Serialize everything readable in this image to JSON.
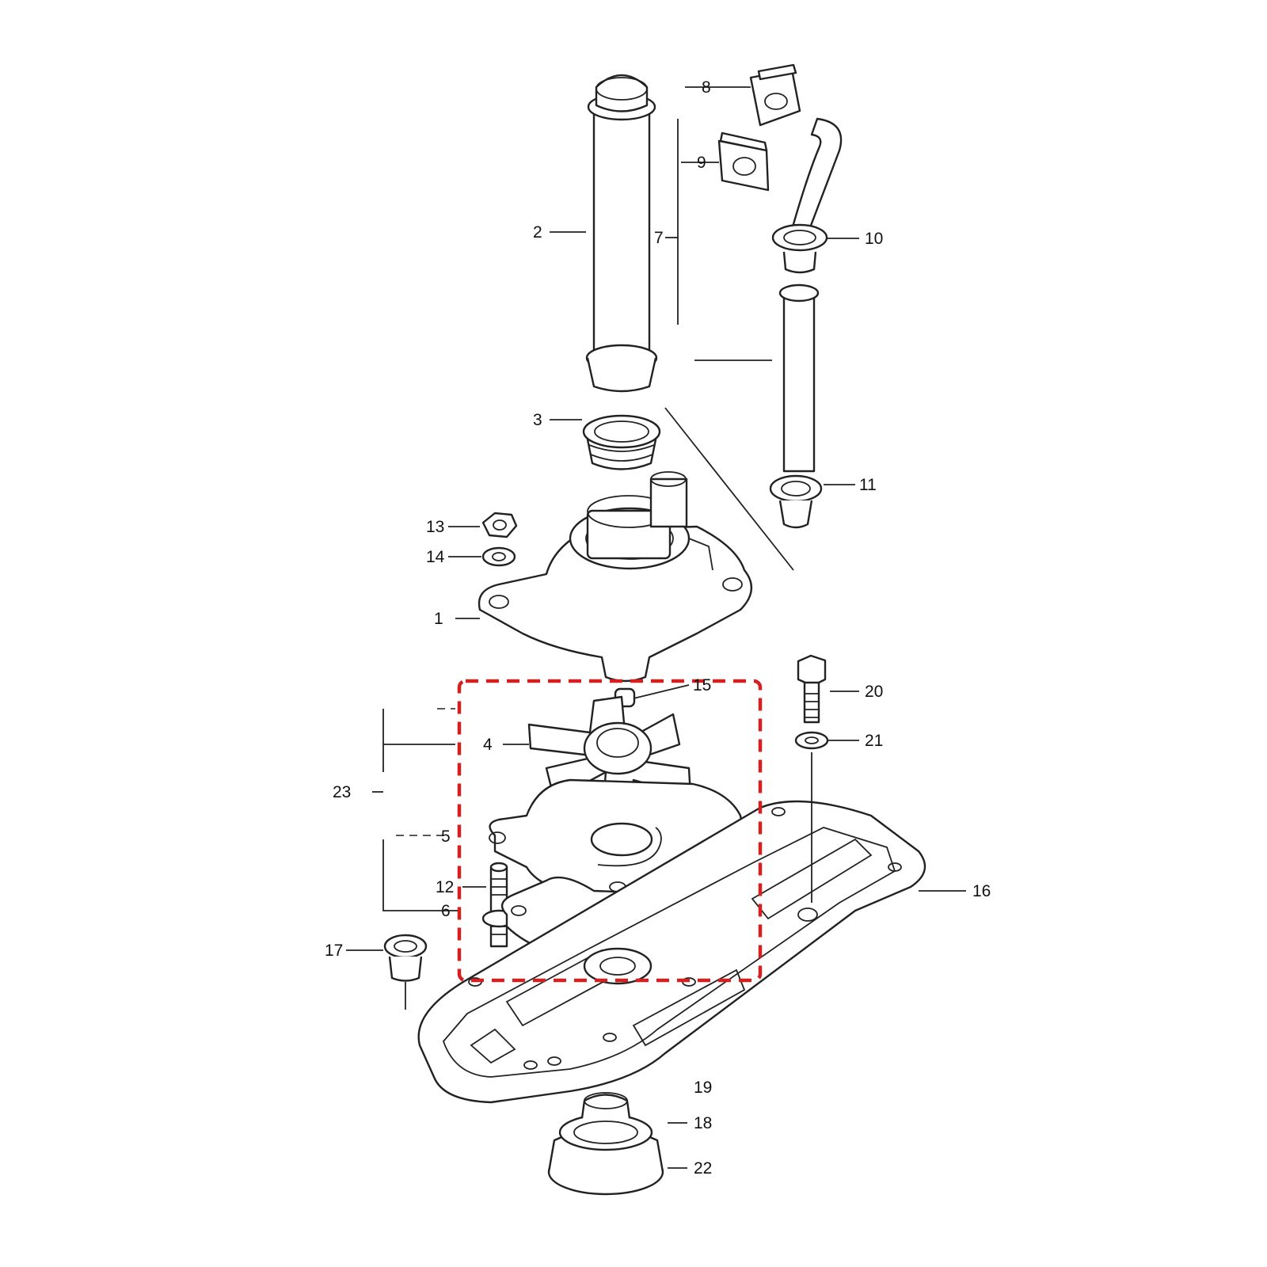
{
  "diagram": {
    "highlight_color": "#d32020",
    "callouts": [
      {
        "id": "callout-1",
        "text": "1"
      },
      {
        "id": "callout-2",
        "text": "2"
      },
      {
        "id": "callout-3",
        "text": "3"
      },
      {
        "id": "callout-4",
        "text": "4"
      },
      {
        "id": "callout-5",
        "text": "5"
      },
      {
        "id": "callout-6",
        "text": "6"
      },
      {
        "id": "callout-7",
        "text": "7"
      },
      {
        "id": "callout-8",
        "text": "8"
      },
      {
        "id": "callout-9",
        "text": "9"
      },
      {
        "id": "callout-10",
        "text": "10"
      },
      {
        "id": "callout-11",
        "text": "11"
      },
      {
        "id": "callout-12",
        "text": "12"
      },
      {
        "id": "callout-13",
        "text": "13"
      },
      {
        "id": "callout-14",
        "text": "14"
      },
      {
        "id": "callout-15",
        "text": "15"
      },
      {
        "id": "callout-16",
        "text": "16"
      },
      {
        "id": "callout-17",
        "text": "17"
      },
      {
        "id": "callout-18",
        "text": "18"
      },
      {
        "id": "callout-19",
        "text": "19"
      },
      {
        "id": "callout-20",
        "text": "20"
      },
      {
        "id": "callout-21",
        "text": "21"
      },
      {
        "id": "callout-22",
        "text": "22"
      },
      {
        "id": "callout-23",
        "text": "23"
      }
    ]
  }
}
